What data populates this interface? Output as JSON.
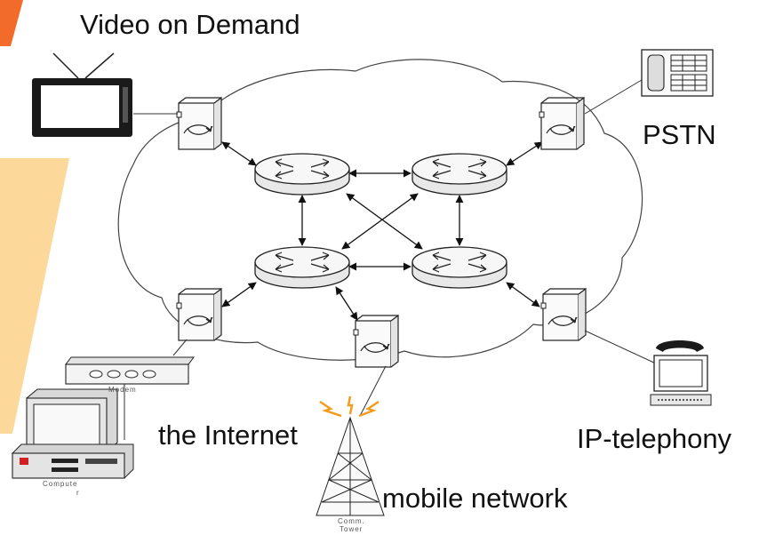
{
  "labels": {
    "video_on_demand": "Video on Demand",
    "pstn": "PSTN",
    "the_internet": "the Internet",
    "ip_telephony": "IP-telephony",
    "mobile_network": "mobile network",
    "modem": "Modem",
    "computer_a": "Compute",
    "computer_b": "r",
    "tower_a": "Comm.",
    "tower_b": "Tower"
  },
  "colors": {
    "accent_orange": "#f36b2a",
    "accent_peach": "#fcd89a",
    "line": "#222222",
    "cloud": "#444444",
    "router_fill": "#f2f2f2",
    "lightning": "#f29b1e"
  },
  "icons": [
    "tv-icon",
    "phone-keypad-icon",
    "router-icon",
    "switch-icon",
    "modem-icon",
    "computer-icon",
    "tower-icon",
    "ip-phone-icon"
  ]
}
